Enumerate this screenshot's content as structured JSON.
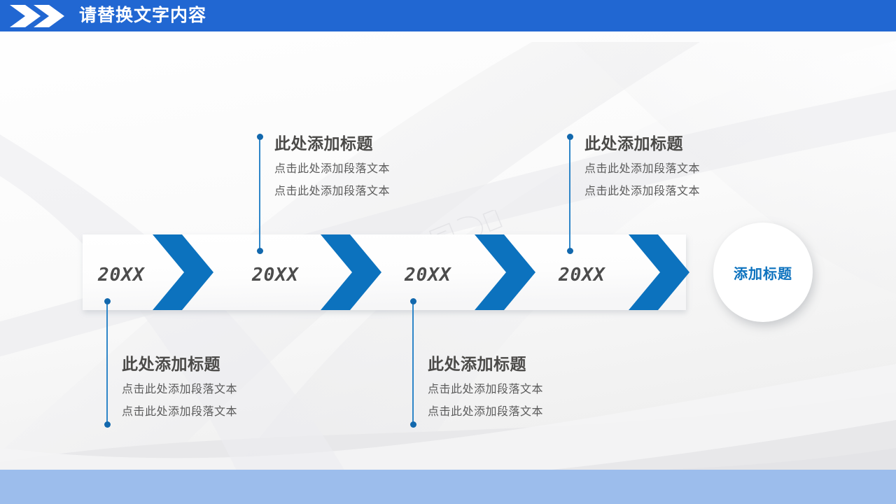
{
  "header": {
    "title": "请替换文字内容",
    "bar_color": "#2167d2",
    "chevron_icon": "double-chevron-right-icon"
  },
  "footer": {
    "bar_color": "#9cbdec"
  },
  "watermark": {
    "text": "优品PPT"
  },
  "theme": {
    "accent_blue": "#0c72be",
    "line_blue": "#2f86c8",
    "dot_blue": "#1268ad",
    "title_gray": "#4b4a48",
    "body_gray": "#5b5b5b"
  },
  "timeline": {
    "band_color": "#ffffff",
    "chevron_color": "#0c72be",
    "steps": [
      {
        "year": "20XX"
      },
      {
        "year": "20XX"
      },
      {
        "year": "20XX"
      },
      {
        "year": "20XX"
      }
    ],
    "end_node": {
      "label": "添加标题"
    }
  },
  "callouts": [
    {
      "position": "top",
      "title": "此处添加标题",
      "body": [
        "点击此处添加段落文本",
        "点击此处添加段落文本"
      ]
    },
    {
      "position": "top",
      "title": "此处添加标题",
      "body": [
        "点击此处添加段落文本",
        "点击此处添加段落文本"
      ]
    },
    {
      "position": "bottom",
      "title": "此处添加标题",
      "body": [
        "点击此处添加段落文本",
        "点击此处添加段落文本"
      ]
    },
    {
      "position": "bottom",
      "title": "此处添加标题",
      "body": [
        "点击此处添加段落文本",
        "点击此处添加段落文本"
      ]
    }
  ]
}
